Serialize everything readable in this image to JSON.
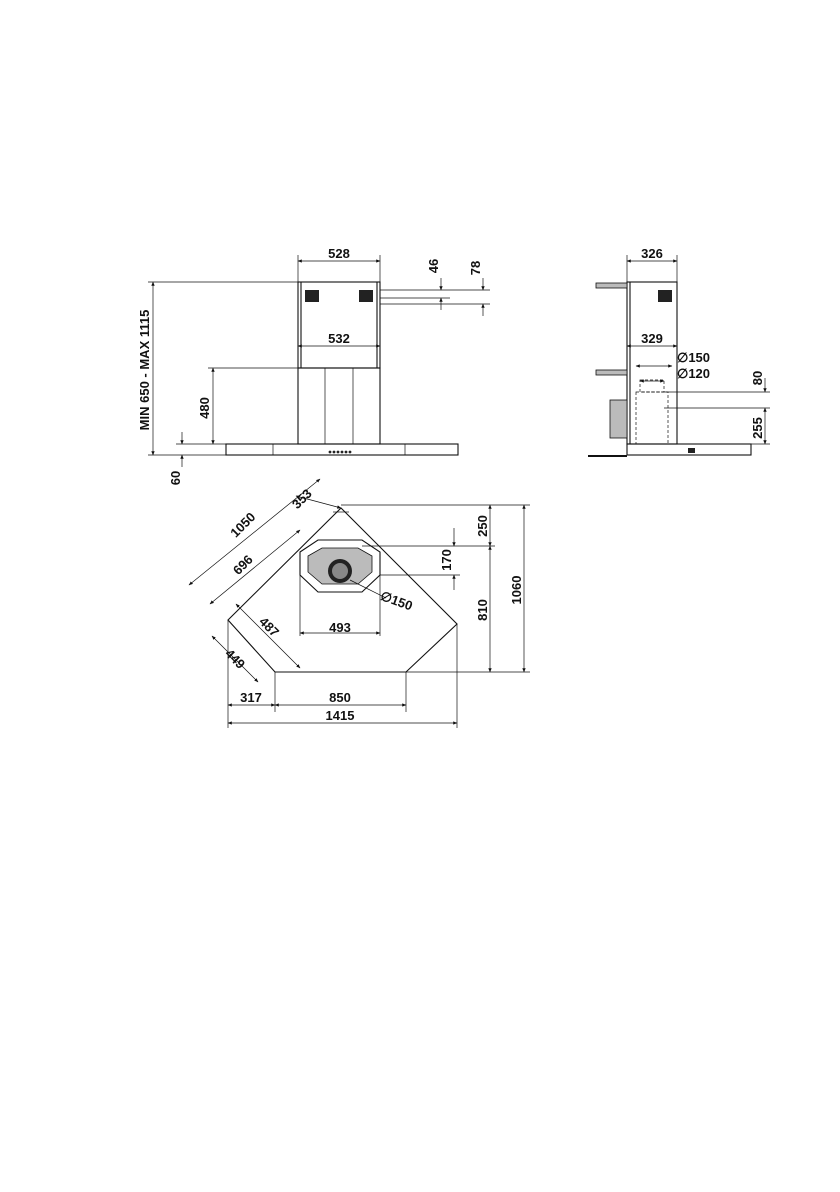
{
  "front_view": {
    "width_top": "528",
    "width_inner": "532",
    "vent_offset_1": "46",
    "vent_offset_2": "78",
    "height_range": "MIN 650 - MAX 1115",
    "lower_height": "480",
    "canopy_height": "60"
  },
  "side_view": {
    "depth_top": "326",
    "depth_inner": "329",
    "outlet_large": "∅150",
    "outlet_small": "∅120",
    "offset_top": "80",
    "offset_bottom": "255"
  },
  "plan_view": {
    "diagonal_full": "1050",
    "diagonal_back": "353",
    "diagonal_mid": "696",
    "side_487": "487",
    "side_449": "449",
    "inner_width": "493",
    "outlet": "∅150",
    "depth_250": "250",
    "depth_170": "170",
    "depth_810": "810",
    "depth_1060": "1060",
    "left_317": "317",
    "front_850": "850",
    "overall_1415": "1415"
  }
}
